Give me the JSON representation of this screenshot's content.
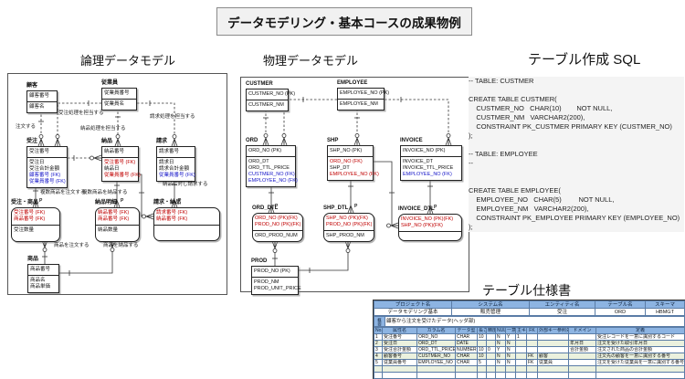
{
  "title": "データモデリング・基本コースの成果物例",
  "sections": {
    "logical": {
      "heading": "論理データモデル"
    },
    "physical": {
      "heading": "物理データモデル"
    },
    "sql": {
      "heading": "テーブル作成 SQL"
    },
    "spec": {
      "heading": "テーブル仕様書"
    }
  },
  "notation": {
    "identifying_marker": "P"
  },
  "colors": {
    "fk_nonkey": "#1414c8",
    "fk_pk": "#c00000",
    "header_blue": "#8db4e2",
    "row_green": "#ebf1de"
  },
  "logical_model": {
    "entities": [
      {
        "id": "cust",
        "name": "顧客",
        "pk": [
          {
            "t": "顧客番号"
          }
        ],
        "attrs": [
          {
            "t": "顧客名"
          }
        ]
      },
      {
        "id": "emp",
        "name": "従業員",
        "pk": [
          {
            "t": "従業員番号"
          }
        ],
        "attrs": [
          {
            "t": "従業員名"
          }
        ]
      },
      {
        "id": "ord",
        "name": "受注",
        "pk": [
          {
            "t": "受注番号"
          }
        ],
        "attrs": [
          {
            "t": "受注日"
          },
          {
            "t": "受注合計金額"
          },
          {
            "t": "顧客番号 (FK)",
            "c": "blue"
          },
          {
            "t": "従業員番号 (FK)",
            "c": "blue"
          }
        ]
      },
      {
        "id": "shp",
        "name": "納品",
        "pk": [
          {
            "t": "納品番号"
          }
        ],
        "attrs": [
          {
            "t": "受注番号 (FK)",
            "c": "red"
          },
          {
            "t": "納品日"
          },
          {
            "t": "従業員番号 (FK)",
            "c": "red"
          }
        ]
      },
      {
        "id": "inv",
        "name": "請求",
        "pk": [
          {
            "t": "請求番号"
          }
        ],
        "attrs": [
          {
            "t": "請求日"
          },
          {
            "t": "請求合計金額"
          },
          {
            "t": "従業員番号 (FK)",
            "c": "blue"
          }
        ]
      },
      {
        "id": "ordprod",
        "name": "受注・商品",
        "rounded": true,
        "pk": [
          {
            "t": "受注番号 (FK)",
            "c": "red"
          },
          {
            "t": "商品番号 (FK)",
            "c": "red"
          }
        ],
        "attrs": [
          {
            "t": "受注数量"
          }
        ]
      },
      {
        "id": "shpdtl",
        "name": "納品明細",
        "rounded": true,
        "pk": [
          {
            "t": "納品番号 (FK)",
            "c": "red"
          },
          {
            "t": "商品番号 (FK)",
            "c": "red"
          }
        ],
        "attrs": [
          {
            "t": "納品数量"
          }
        ]
      },
      {
        "id": "invshp",
        "name": "請求・納品",
        "rounded": true,
        "pk": [
          {
            "t": "請求番号 (FK)",
            "c": "red"
          },
          {
            "t": "納品番号 (FK)",
            "c": "red"
          }
        ],
        "attrs": []
      },
      {
        "id": "prod",
        "name": "商品",
        "pk": [
          {
            "t": "商品番号"
          }
        ],
        "attrs": [
          {
            "t": "商品名"
          },
          {
            "t": "商品単価"
          }
        ]
      }
    ],
    "rel_labels": [
      "注文する",
      "受注処理を担当する",
      "納品処理を担当する",
      "請求処理を担当する",
      "複数商品を注文する",
      "複数商品を納品する",
      "納品に対し請求する",
      "商品を注文する",
      "商品を納品する"
    ]
  },
  "physical_model": {
    "entities": [
      {
        "id": "CUSTMER",
        "name": "CUSTMER",
        "pk": [
          {
            "t": "CUSTMER_NO (PK)"
          }
        ],
        "attrs": [
          {
            "t": "CUSTMER_NM"
          }
        ]
      },
      {
        "id": "EMPLOYEE",
        "name": "EMPLOYEE",
        "pk": [
          {
            "t": "EMPLOYEE_NO (PK)"
          }
        ],
        "attrs": [
          {
            "t": "EMPLOYEE_NM"
          }
        ]
      },
      {
        "id": "ORD",
        "name": "ORD",
        "pk": [
          {
            "t": "ORD_NO (PK)"
          }
        ],
        "attrs": [
          {
            "t": "ORD_DT"
          },
          {
            "t": "ORD_TTL_PRICE"
          },
          {
            "t": "CUSTMER_NO (FK)",
            "c": "blue"
          },
          {
            "t": "EMPLOYEE_NO (FK)",
            "c": "blue"
          }
        ]
      },
      {
        "id": "SHP",
        "name": "SHP",
        "pk": [
          {
            "t": "SHP_NO (PK)"
          }
        ],
        "attrs": [
          {
            "t": "ORD_NO (FK)",
            "c": "red"
          },
          {
            "t": "SHP_DT"
          },
          {
            "t": "EMPLOYEE_NO (FK)",
            "c": "red"
          }
        ]
      },
      {
        "id": "INVOICE",
        "name": "INVOICE",
        "pk": [
          {
            "t": "INVOICE_NO (PK)"
          }
        ],
        "attrs": [
          {
            "t": "INVOICE_DT"
          },
          {
            "t": "INVOICE_TTL_PRICE"
          },
          {
            "t": "EMPLOYEE_NO (FK)",
            "c": "blue"
          }
        ]
      },
      {
        "id": "ORD_DTL",
        "name": "ORD_DTL",
        "rounded": true,
        "pk": [
          {
            "t": "ORD_NO (PK)(FK)",
            "c": "red"
          },
          {
            "t": "PROD_NO (PK)(FK)",
            "c": "red"
          }
        ],
        "attrs": [
          {
            "t": "ORD_PROD_NUM"
          }
        ]
      },
      {
        "id": "SHP_DTL",
        "name": "SHP_DTL",
        "rounded": true,
        "pk": [
          {
            "t": "SHP_NO (PK)(FK)",
            "c": "red"
          },
          {
            "t": "PROD_NO (PK)(FK)",
            "c": "red"
          }
        ],
        "attrs": [
          {
            "t": "SHP_PROD_NM"
          }
        ]
      },
      {
        "id": "INVOICE_DTL",
        "name": "INVOICE_DTL",
        "rounded": true,
        "pk": [
          {
            "t": "INVOICE_NO (PK)(FK)",
            "c": "red"
          },
          {
            "t": "SHP_NO (PK)(FK)",
            "c": "red"
          }
        ],
        "attrs": []
      },
      {
        "id": "PROD",
        "name": "PROD",
        "pk": [
          {
            "t": "PROD_NO (PK)"
          }
        ],
        "attrs": [
          {
            "t": "PROD_NM"
          },
          {
            "t": "PROD_UNIT_PRICE"
          }
        ]
      }
    ],
    "rel_labels": []
  },
  "sql_code": {
    "lines": [
      "-- TABLE: CUSTMER",
      "",
      "CREATE TABLE CUSTMER(",
      "    CUSTMER_NO   CHAR(10)        NOT NULL,",
      "    CUSTMER_NM   VARCHAR2(200),",
      "    CONSTRAINT PK_CUSTMER PRIMARY KEY (CUSTMER_NO)",
      ");",
      "",
      "-- TABLE: EMPLOYEE",
      "--",
      "",
      "",
      "CREATE TABLE EMPLOYEE(",
      "    EMPLOYEE_NO   CHAR(5)         NOT NULL,",
      "    EMPLOYEE_NM   VARCHAR2(200),",
      "    CONSTRAINT PK_EMPLOYEE PRIMARY KEY (EMPLOYEE_NO)",
      ");"
    ]
  },
  "spec_table": {
    "meta_headers": [
      "プロジェクト名",
      "システム名",
      "エンティティ名",
      "テーブル名",
      "スキーマ"
    ],
    "meta_values": [
      "データモデリング基本",
      "販売管理",
      "受注",
      "ORD",
      "HBMGT"
    ],
    "summary_label": "概要",
    "summary_text": "顧客から注文を受けたデータ(ヘッダ部)",
    "col_headers": [
      "No.",
      "属性名",
      "カラム名",
      "データ型",
      "長さ",
      "精度",
      "NULL",
      "一意",
      "主キー",
      "FK",
      "外部キー参照先",
      "ドメイン",
      "定義"
    ],
    "rows": [
      [
        "1",
        "受注番号",
        "ORD_NO",
        "CHAR",
        "10",
        "",
        "N",
        "Y",
        "1",
        "",
        "",
        "",
        "受注レコードを一意に識別するコード"
      ],
      [
        "2",
        "受注日",
        "ORD_DT",
        "DATE",
        "",
        "",
        "N",
        "N",
        "",
        "",
        "",
        "年月日",
        "注文を受けた取引年月日"
      ],
      [
        "3",
        "受注合計金額",
        "ORD_TTL_PRICE",
        "NUMBER",
        "10",
        "0",
        "Y",
        "N",
        "",
        "",
        "",
        "合計金額",
        "注文された商品の合計金額"
      ],
      [
        "4",
        "顧客番号",
        "CUSTMER_NO",
        "CHAR",
        "10",
        "",
        "N",
        "N",
        "",
        "FK",
        "顧客",
        "",
        "注文先の顧客を一意に識別する番号"
      ],
      [
        "5",
        "従業員番号",
        "EMPLOYEE_NO",
        "CHAR",
        "5",
        "",
        "N",
        "N",
        "",
        "FK",
        "従業員",
        "",
        "注文を受けた従業員を一意に識別する番号"
      ]
    ],
    "empty_row_count": 3
  }
}
